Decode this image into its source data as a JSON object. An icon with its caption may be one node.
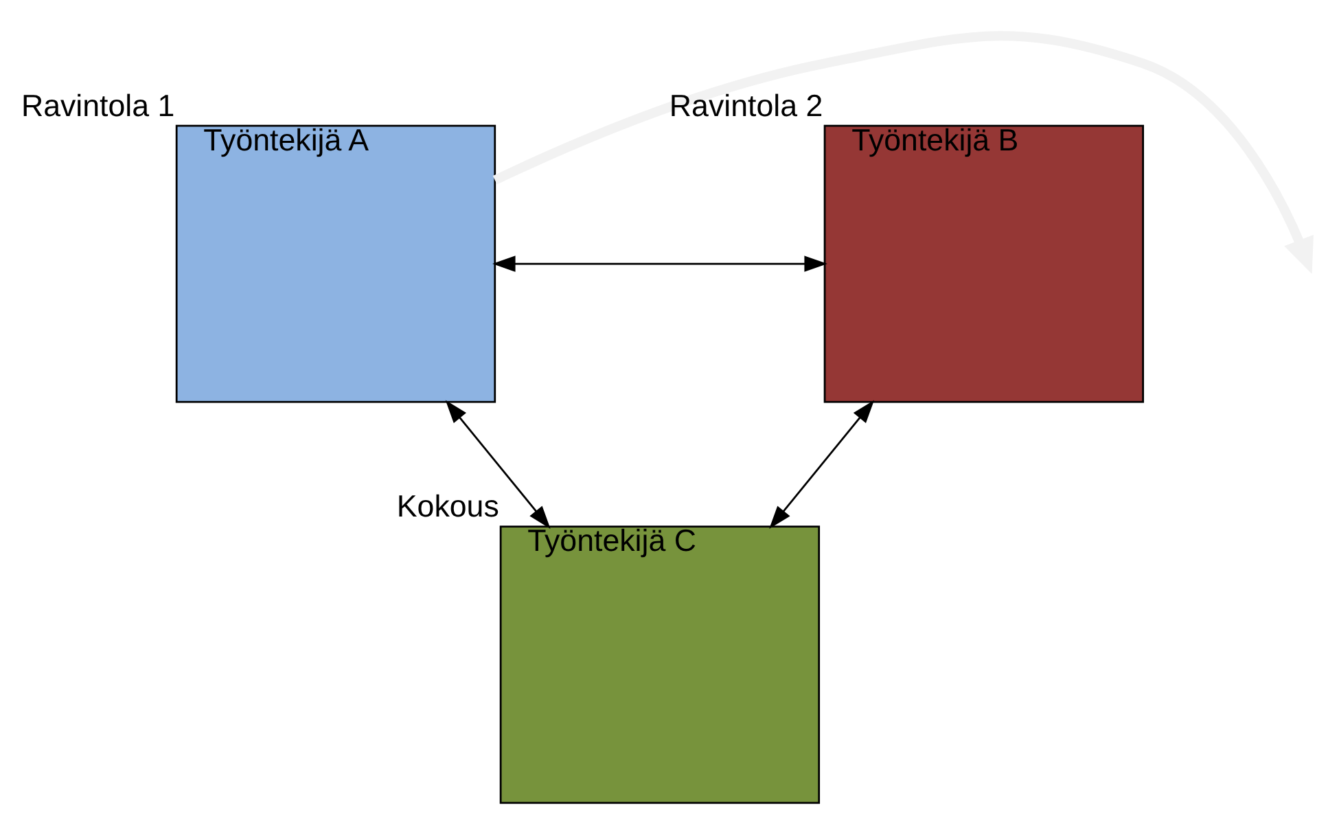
{
  "diagram": {
    "nodes": [
      {
        "text": [
          "Työntekijä A"
        ],
        "beside": [
          "Ravintola 1"
        ]
      },
      {
        "text": [
          "Työntekijä B"
        ],
        "beside": [
          "Ravintola 2"
        ]
      },
      {
        "text": [
          "Työntekijä C"
        ],
        "beside": [
          "Kokous"
        ]
      }
    ],
    "edges": [
      {
        "from": 0,
        "to": null,
        "arrow": "to",
        "style": "thick",
        "color": "#f2f2f2"
      },
      {
        "from": 0,
        "to": 1,
        "arrow": "both"
      },
      {
        "from": 0,
        "to": 2,
        "arrow": "both"
      },
      {
        "from": 1,
        "to": 2,
        "arrow": "both"
      }
    ]
  }
}
